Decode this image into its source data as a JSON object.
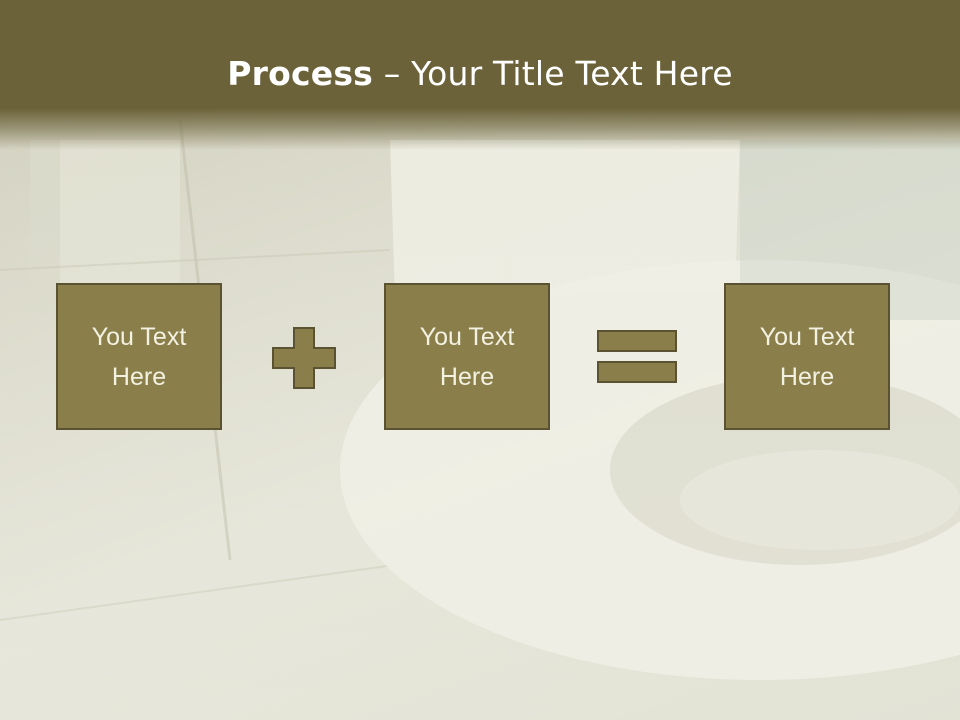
{
  "slide": {
    "title_bold": "Process",
    "title_rest": " – Your Title Text Here"
  },
  "process": {
    "steps": [
      {
        "text": "You Text\nHere"
      },
      {
        "text": "You Text\nHere"
      },
      {
        "text": "You Text\nHere"
      }
    ],
    "operators": [
      "plus-icon",
      "equals-icon"
    ]
  },
  "colors": {
    "title_band": "#6b6239",
    "box_fill": "#8a7f4a",
    "box_border": "#5a5230",
    "box_text": "#f3f1e2"
  }
}
